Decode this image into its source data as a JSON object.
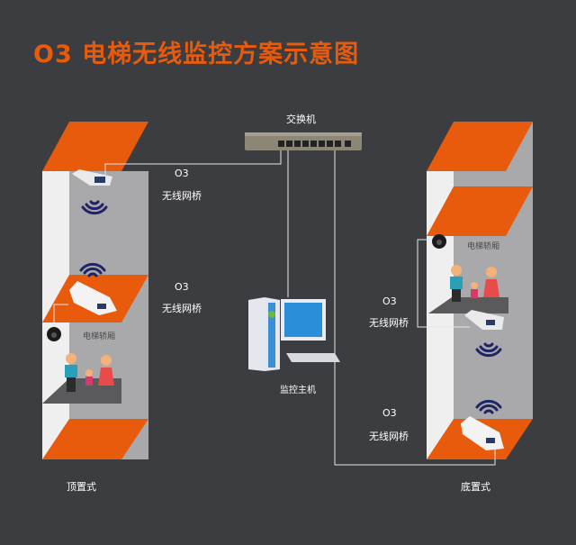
{
  "title": "O3 电梯无线监控方案示意图",
  "colors": {
    "background": "#3c3d41",
    "accent": "#e85a0c",
    "shaft_light": "#f0efef",
    "shaft_gray": "#a9a8aa",
    "wire": "#e6e6e6",
    "signal": "#1f2466"
  },
  "switch": {
    "label": "交换机",
    "icon": "network-switch-icon"
  },
  "host": {
    "label": "监控主机",
    "icon": "desktop-computer-icon"
  },
  "left_shaft": {
    "mode_label": "顶置式",
    "bridge_top": {
      "model": "O3",
      "desc": "无线网桥"
    },
    "bridge_car": {
      "model": "O3",
      "desc": "无线网桥"
    },
    "car_label": "电梯轿厢"
  },
  "right_shaft": {
    "mode_label": "底置式",
    "bridge_car": {
      "model": "O3",
      "desc": "无线网桥"
    },
    "bridge_bottom": {
      "model": "O3",
      "desc": "无线网桥"
    },
    "car_label": "电梯轿厢"
  }
}
